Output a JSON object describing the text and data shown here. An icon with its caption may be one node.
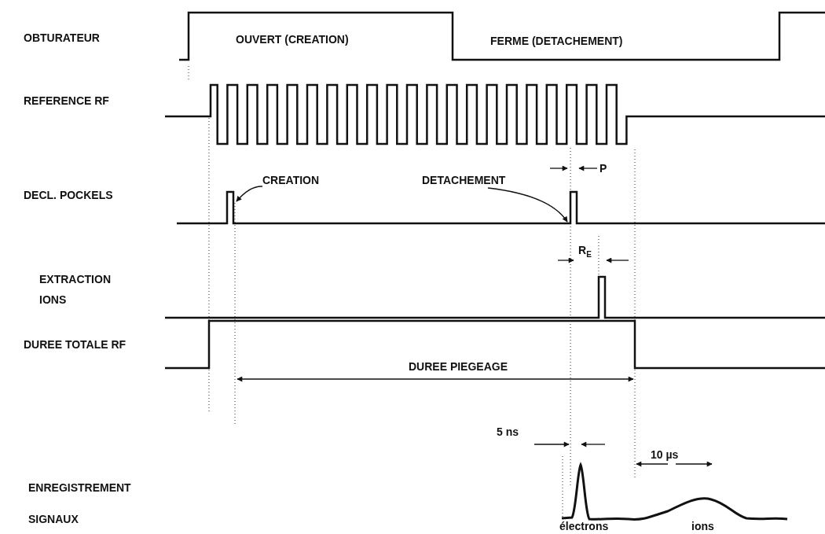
{
  "diagram": {
    "nodes": [
      {
        "text": [
          "CREATION"
        ]
      },
      {
        "text": [
          "DETACHEMENT"
        ]
      }
    ],
    "edges": [
      {
        "from": 0,
        "to": null,
        "arrow": "to"
      },
      {
        "from": 1,
        "to": null,
        "arrow": "to"
      }
    ],
    "labels": [
      "OBTURATEUR",
      "OUVERT (CREATION)",
      "FERME (DETACHEMENT)",
      "REFERENCE RF",
      "P",
      "DECL. POCKELS",
      "EXTRACTION IONS",
      "R$_{E}$",
      "DUREE TOTALE RF",
      "DUREE PIEGEAGE",
      "5 ns",
      "10 µs",
      "ENREGISTREMENT SIGNAUX",
      "électrons",
      "ions"
    ]
  }
}
